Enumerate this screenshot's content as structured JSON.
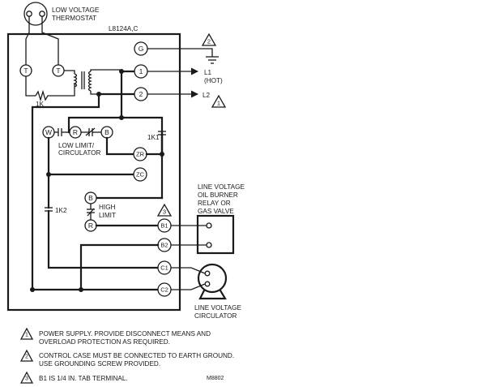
{
  "labels": {
    "thermostat": [
      "LOW VOLTAGE",
      "THERMOSTAT"
    ],
    "model": "L8124A,C",
    "l1": [
      "L1",
      "(HOT)"
    ],
    "l2": "L2",
    "resistor": "1K",
    "relay_1k1": "1K1",
    "relay_1k2": "1K2",
    "low_limit": [
      "LOW LIMIT/",
      "CIRCULATOR"
    ],
    "high_limit": [
      "HIGH",
      "LIMIT"
    ],
    "oil_burner": [
      "LINE VOLTAGE",
      "OIL BURNER",
      "RELAY OR",
      "GAS  VALVE"
    ],
    "circulator": [
      "LINE VOLTAGE",
      "CIRCULATOR"
    ],
    "code": "M8802"
  },
  "terminals": {
    "G": "G",
    "one": "1",
    "two": "2",
    "T_left": "T",
    "T_right": "T",
    "W": "W",
    "R_top": "R",
    "B_top": "B",
    "ZR": "ZR",
    "ZC": "ZC",
    "B_limit": "B",
    "R_limit": "R",
    "B1": "B1",
    "B2": "B2",
    "C1": "C1",
    "C2": "C2"
  },
  "warning_marks": {
    "one": "1",
    "two": "2",
    "three": "3"
  },
  "notes": [
    {
      "num": "1",
      "lines": [
        "POWER SUPPLY. PROVIDE DISCONNECT MEANS AND",
        "OVERLOAD PROTECTION AS REQUIRED."
      ]
    },
    {
      "num": "2",
      "lines": [
        "CONTROL CASE MUST BE CONNECTED TO EARTH GROUND.",
        "USE GROUNDING SCREW PROVIDED."
      ]
    },
    {
      "num": "3",
      "lines": [
        "B1 IS 1/4 IN. TAB TERMINAL."
      ]
    }
  ]
}
